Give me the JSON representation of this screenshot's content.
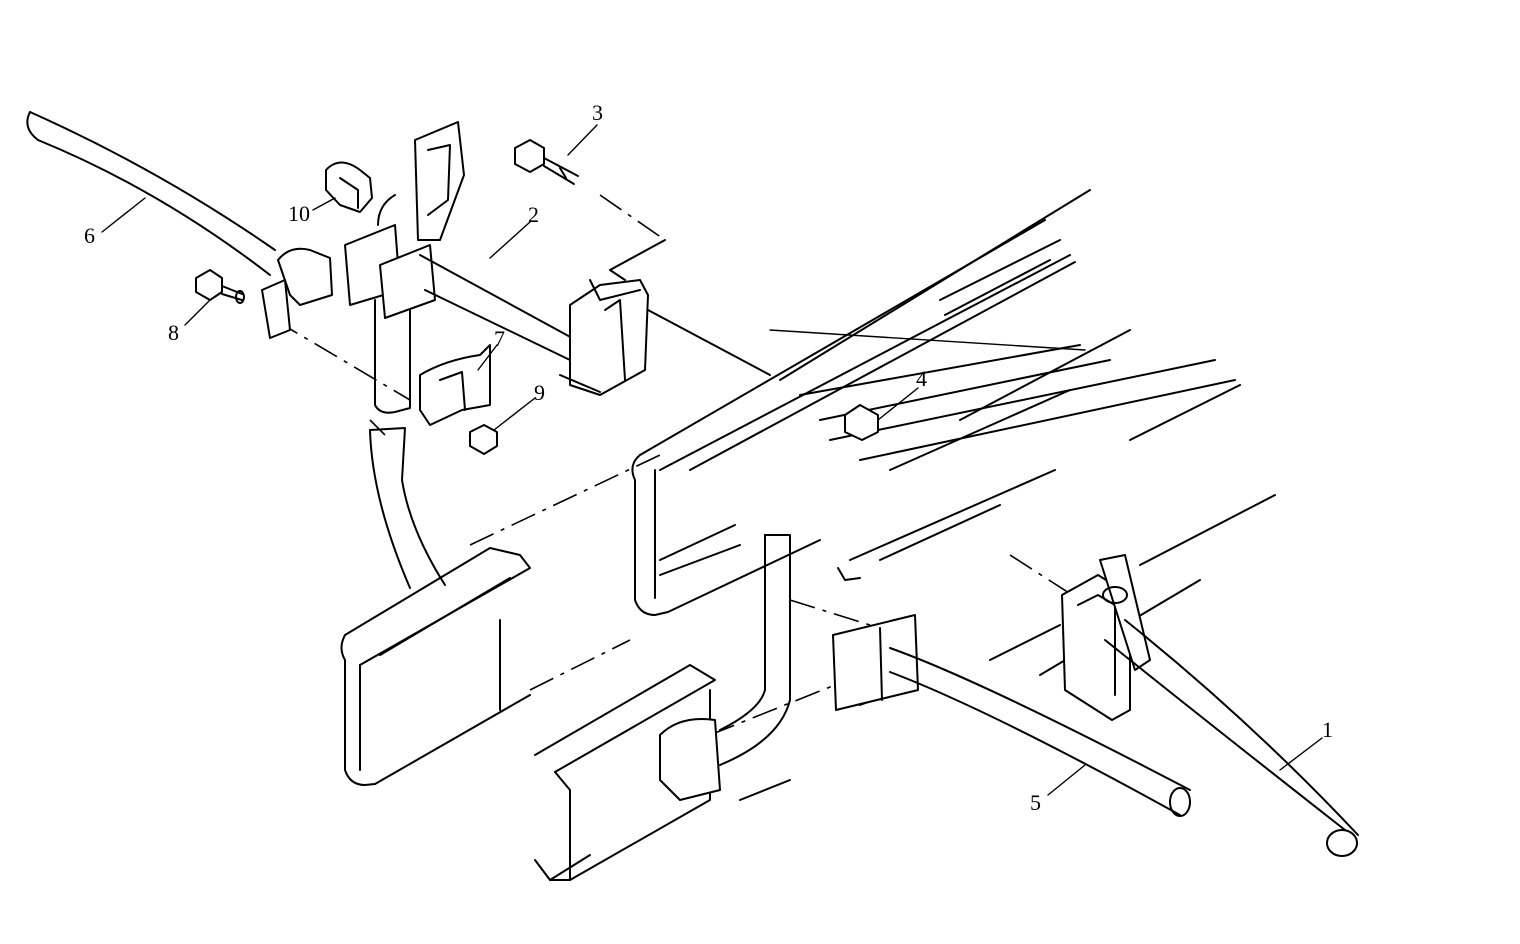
{
  "parts": [
    {
      "id": "part-1",
      "label": "1"
    },
    {
      "id": "part-2",
      "label": "2"
    },
    {
      "id": "part-3",
      "label": "3"
    },
    {
      "id": "part-4",
      "label": "4"
    },
    {
      "id": "part-5",
      "label": "5"
    },
    {
      "id": "part-6",
      "label": "6"
    },
    {
      "id": "part-7",
      "label": "7"
    },
    {
      "id": "part-8",
      "label": "8"
    },
    {
      "id": "part-9",
      "label": "9"
    },
    {
      "id": "part-10",
      "label": "10"
    }
  ],
  "colors": {
    "line": "#000000",
    "background": "#ffffff"
  }
}
